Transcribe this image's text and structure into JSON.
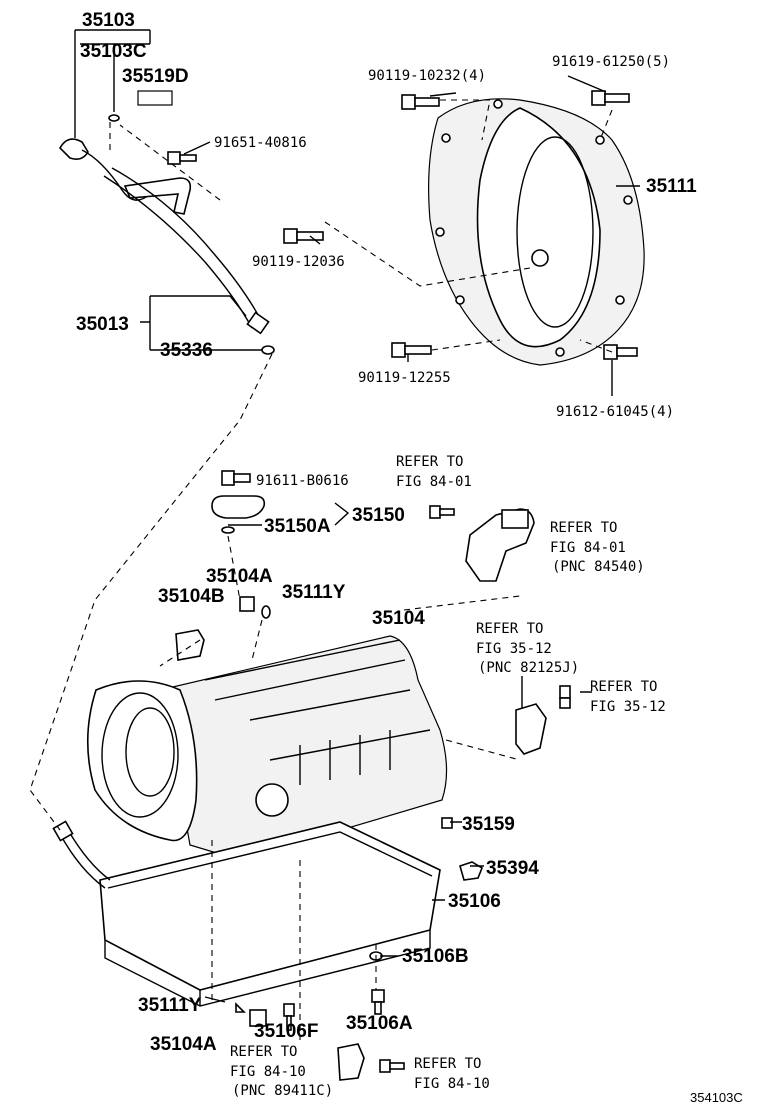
{
  "labels": {
    "p35103": "35103",
    "p35103c": "35103C",
    "p35519d": "35519D",
    "p91651": "91651-40816",
    "p35013": "35013",
    "p35336": "35336",
    "p90119_10232": "90119-10232(4)",
    "p91619": "91619-61250(5)",
    "p35111": "35111",
    "p90119_12036": "90119-12036",
    "p90119_12255": "90119-12255",
    "p91612": "91612-61045(4)",
    "p91611": "91611-B0616",
    "p35150": "35150",
    "p35150a": "35150A",
    "p35104a": "35104A",
    "p35104b": "35104B",
    "p35111y": "35111Y",
    "p35104": "35104",
    "p35159": "35159",
    "p35394": "35394",
    "p35106": "35106",
    "p35106b": "35106B",
    "p35106f": "35106F",
    "p35106a": "35106A"
  },
  "refs": {
    "r1": {
      "line1": "REFER TO",
      "line2": "FIG 84-01"
    },
    "r2": {
      "line1": "REFER TO",
      "line2": "FIG 84-01",
      "line3": "(PNC 84540)"
    },
    "r3": {
      "line1": "REFER TO",
      "line2": "FIG 35-12",
      "line3": "(PNC 82125J)"
    },
    "r4": {
      "line1": "REFER TO",
      "line2": "FIG 35-12"
    },
    "r5": {
      "line1": "REFER TO",
      "line2": "FIG 84-10",
      "line3": "(PNC 89411C)"
    },
    "r6": {
      "line1": "REFER TO",
      "line2": "FIG 84-10"
    }
  },
  "figure_code": "354103C"
}
